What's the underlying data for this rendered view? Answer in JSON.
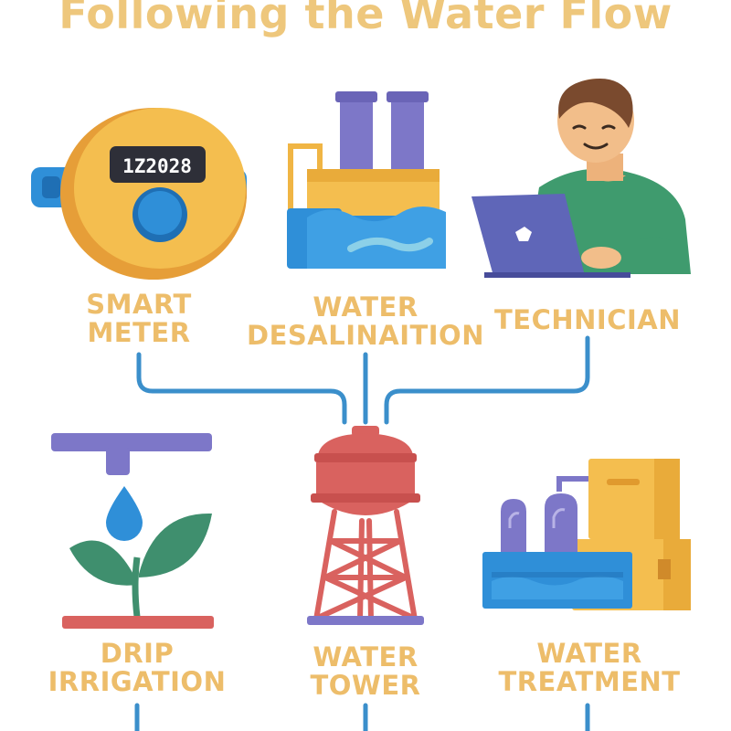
{
  "title": "Following the Water Flow",
  "nodes": {
    "smart_meter": {
      "line1": "SMART",
      "line2": "METER",
      "display": "1Z2028"
    },
    "desalination": {
      "line1": "WATER",
      "line2": "DESALINAITION"
    },
    "technician": {
      "line1": "TECHNICIAN",
      "line2": ""
    },
    "drip_irrigation": {
      "line1": "DRIP",
      "line2": "IRRIGATION"
    },
    "water_tower": {
      "line1": "WATER",
      "line2": "TOWER"
    },
    "water_treatment": {
      "line1": "WATER",
      "line2": "TREATMENT"
    }
  },
  "colors": {
    "title": "#EEC77C",
    "label": "#EDBD6A",
    "connector": "#3B8FCB",
    "accent_blue": "#2F8FD8",
    "accent_yellow": "#F4BE4F",
    "accent_purple": "#7D77C8",
    "accent_red": "#D9625F",
    "accent_green": "#3F8F6E"
  }
}
